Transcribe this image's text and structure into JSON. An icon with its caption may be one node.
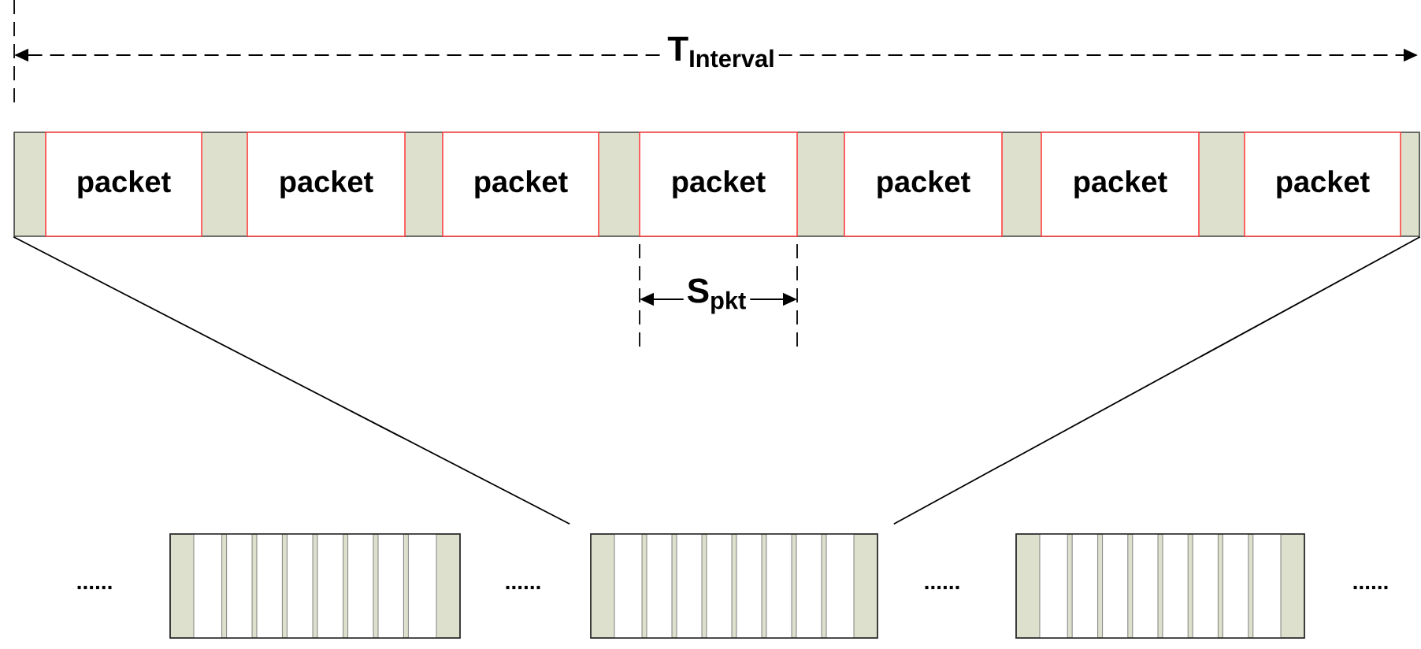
{
  "diagram": {
    "nodes": [
      {
        "text": [],
        "shape": "bar"
      },
      {
        "text": [
          "packet"
        ],
        "in": 0
      },
      {
        "text": [
          "packet"
        ],
        "in": 0
      },
      {
        "text": [
          "packet"
        ],
        "in": 0
      },
      {
        "text": [
          "packet"
        ],
        "in": 0
      },
      {
        "text": [
          "packet"
        ],
        "in": 0
      },
      {
        "text": [
          "packet"
        ],
        "in": 0
      },
      {
        "text": [
          "packet"
        ],
        "in": 0
      },
      {
        "text": [],
        "shape": "bar"
      },
      {
        "text": [],
        "shape": "bar"
      },
      {
        "text": [],
        "shape": "bar"
      }
    ],
    "edges": [
      {
        "from": 0,
        "to": 9,
        "arrow": "none"
      },
      {
        "from": 0,
        "to": 9,
        "arrow": "none"
      }
    ],
    "labels": [
      "T$_{Interval}$",
      "S$_{pkt}$",
      "......",
      "......",
      "......",
      "......"
    ]
  }
}
